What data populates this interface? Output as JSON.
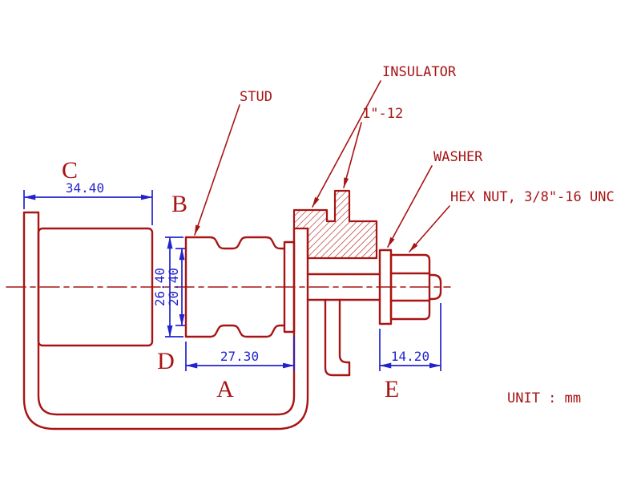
{
  "drawing": {
    "unit_note": "UNIT : mm",
    "callouts": {
      "stud": "STUD",
      "insulator": "INSULATOR",
      "insulator_thread": "1\"-12",
      "washer": "WASHER",
      "hex_nut": "HEX NUT, 3/8\"-16 UNC"
    },
    "reference_letters": {
      "a": "A",
      "b": "B",
      "c": "C",
      "d": "D",
      "e": "E"
    },
    "dimensions": {
      "c_bracket_width": "34.40",
      "b_outer_diameter": "26.40",
      "b_inner_diameter": "20.40",
      "a_stud_length": "27.30",
      "e_thread_length": "14.20"
    },
    "colors": {
      "geometry": "#a81414",
      "dimension": "#2323cc"
    }
  }
}
